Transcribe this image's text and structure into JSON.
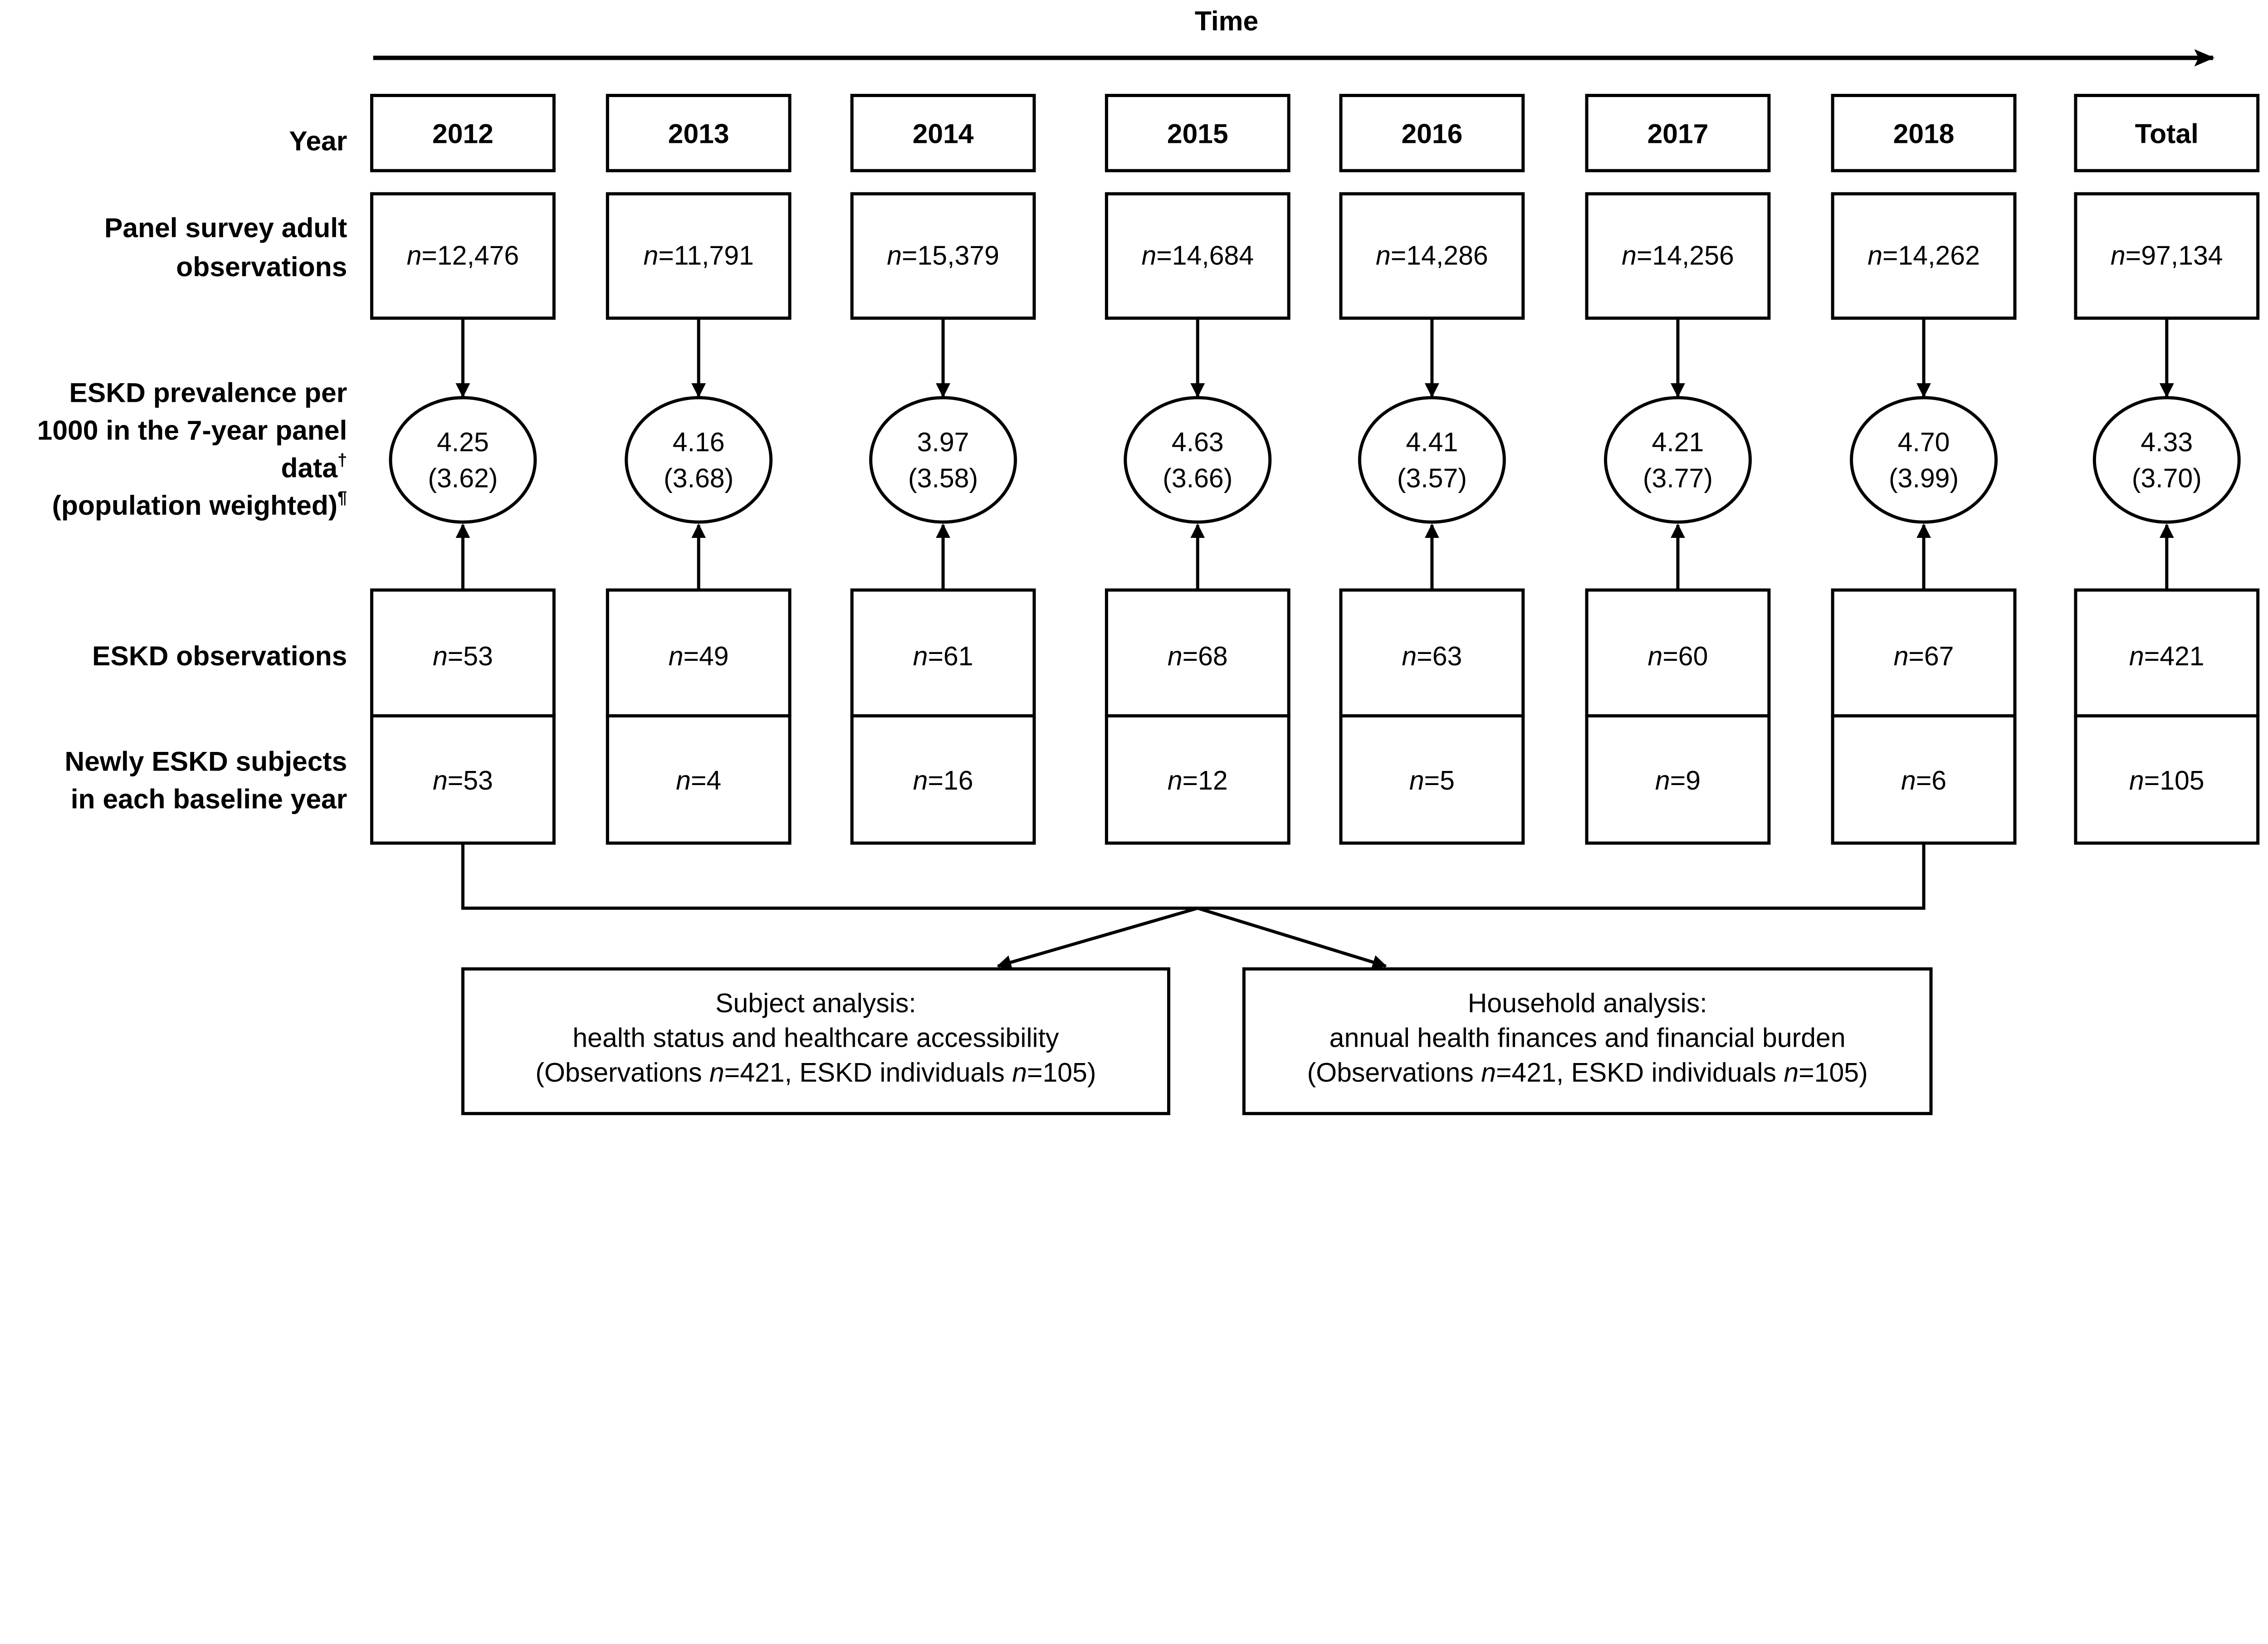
{
  "time_label": "Time",
  "n_symbol": "n",
  "row_labels": {
    "year": [
      "Year"
    ],
    "panel": [
      "Panel survey adult",
      "observations"
    ],
    "prevalence": [
      "ESKD prevalence per",
      "1000 in the 7-year panel",
      "data",
      "(population weighted)"
    ],
    "prevalence_marks": {
      "dagger": "†",
      "pilcrow": "¶"
    },
    "eskd_obs": [
      "ESKD observations"
    ],
    "newly": [
      "Newly ESKD subjects",
      "in each baseline year"
    ]
  },
  "columns": [
    {
      "year": "2012",
      "panel_n": "12,476",
      "prev": "4.25",
      "prev_weighted": "(3.62)",
      "eskd_n": "53",
      "new_n": "53"
    },
    {
      "year": "2013",
      "panel_n": "11,791",
      "prev": "4.16",
      "prev_weighted": "(3.68)",
      "eskd_n": "49",
      "new_n": "4"
    },
    {
      "year": "2014",
      "panel_n": "15,379",
      "prev": "3.97",
      "prev_weighted": "(3.58)",
      "eskd_n": "61",
      "new_n": "16"
    },
    {
      "year": "2015",
      "panel_n": "14,684",
      "prev": "4.63",
      "prev_weighted": "(3.66)",
      "eskd_n": "68",
      "new_n": "12"
    },
    {
      "year": "2016",
      "panel_n": "14,286",
      "prev": "4.41",
      "prev_weighted": "(3.57)",
      "eskd_n": "63",
      "new_n": "5"
    },
    {
      "year": "2017",
      "panel_n": "14,256",
      "prev": "4.21",
      "prev_weighted": "(3.77)",
      "eskd_n": "60",
      "new_n": "9"
    },
    {
      "year": "2018",
      "panel_n": "14,262",
      "prev": "4.70",
      "prev_weighted": "(3.99)",
      "eskd_n": "67",
      "new_n": "6"
    },
    {
      "year": "Total",
      "panel_n": "97,134",
      "prev": "4.33",
      "prev_weighted": "(3.70)",
      "eskd_n": "421",
      "new_n": "105"
    }
  ],
  "outcomes": [
    {
      "title": "Subject analysis:",
      "subtitle": "health status and healthcare accessibility",
      "obs_prefix": "(Observations ",
      "obs_n": "421",
      "ind_prefix": ", ESKD individuals ",
      "ind_n": "105",
      "suffix": ")"
    },
    {
      "title": "Household analysis:",
      "subtitle": "annual health finances and financial burden",
      "obs_prefix": "(Observations ",
      "obs_n": "421",
      "ind_prefix": ", ESKD individuals ",
      "ind_n": "105",
      "suffix": ")"
    }
  ]
}
